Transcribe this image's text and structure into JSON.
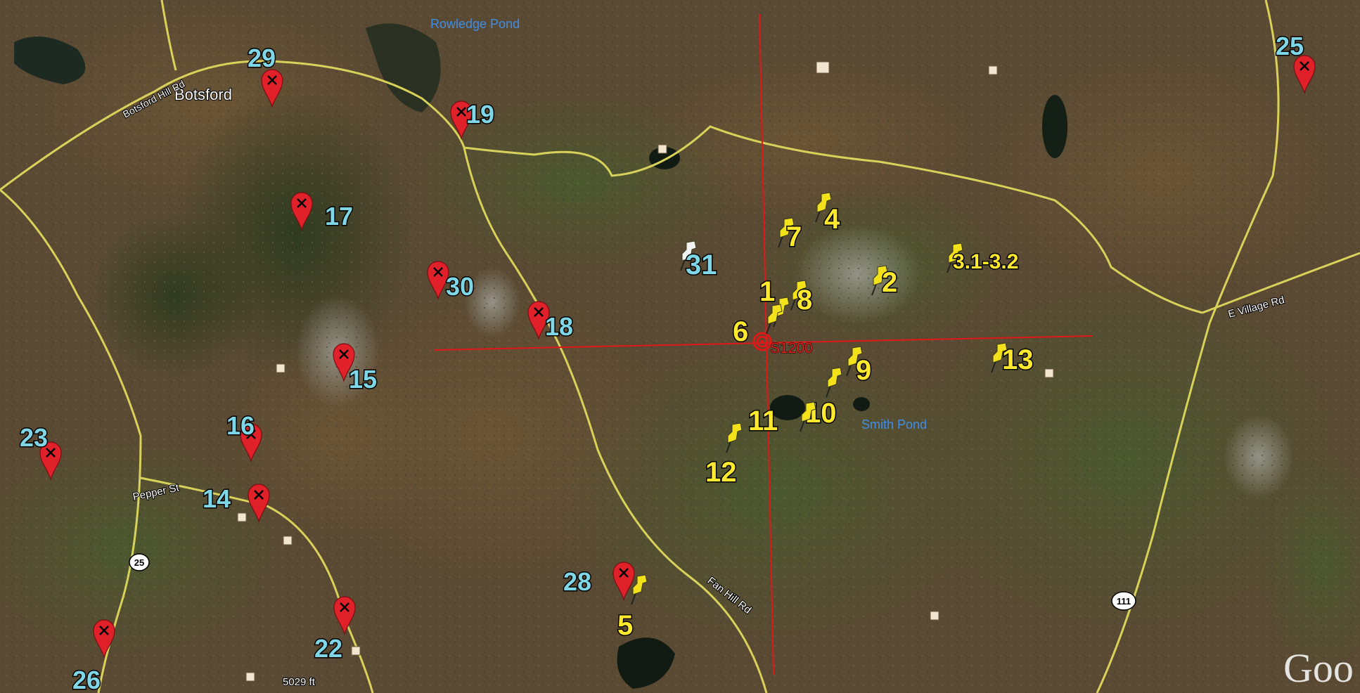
{
  "map": {
    "water_labels": {
      "rowledge_pond": "Rowledge Pond",
      "smith_pond": "Smith Pond"
    },
    "place_labels": {
      "botsford": "Botsford"
    },
    "road_labels": {
      "botsford_hill_rd": "Botsford Hill Rd",
      "pepper_st": "Pepper St",
      "e_village_rd": "E Village Rd",
      "fan_hill_rd": "Fan Hill Rd"
    },
    "route_shields": {
      "r25": "25",
      "r111": "111"
    },
    "station_label": "S1200",
    "scale_label": "5029 ft",
    "logo_text": "Goo",
    "red_markers": [
      {
        "id": "29",
        "label": "29"
      },
      {
        "id": "19",
        "label": "19"
      },
      {
        "id": "25",
        "label": "25"
      },
      {
        "id": "17",
        "label": "17"
      },
      {
        "id": "30",
        "label": "30"
      },
      {
        "id": "18",
        "label": "18"
      },
      {
        "id": "15",
        "label": "15"
      },
      {
        "id": "16",
        "label": "16"
      },
      {
        "id": "23",
        "label": "23"
      },
      {
        "id": "14",
        "label": "14"
      },
      {
        "id": "22",
        "label": "22"
      },
      {
        "id": "26",
        "label": "26"
      },
      {
        "id": "28",
        "label": "28"
      }
    ],
    "yellow_pins": [
      {
        "id": "1",
        "label": "1"
      },
      {
        "id": "2",
        "label": "2"
      },
      {
        "id": "3",
        "label": "3.1-3.2"
      },
      {
        "id": "4",
        "label": "4"
      },
      {
        "id": "5",
        "label": "5"
      },
      {
        "id": "6",
        "label": "6"
      },
      {
        "id": "7",
        "label": "7"
      },
      {
        "id": "8",
        "label": "8"
      },
      {
        "id": "9",
        "label": "9"
      },
      {
        "id": "10",
        "label": "10"
      },
      {
        "id": "11",
        "label": "11"
      },
      {
        "id": "12",
        "label": "12"
      },
      {
        "id": "13",
        "label": "13"
      }
    ],
    "white_pins": [
      {
        "id": "31",
        "label": "31"
      }
    ]
  }
}
